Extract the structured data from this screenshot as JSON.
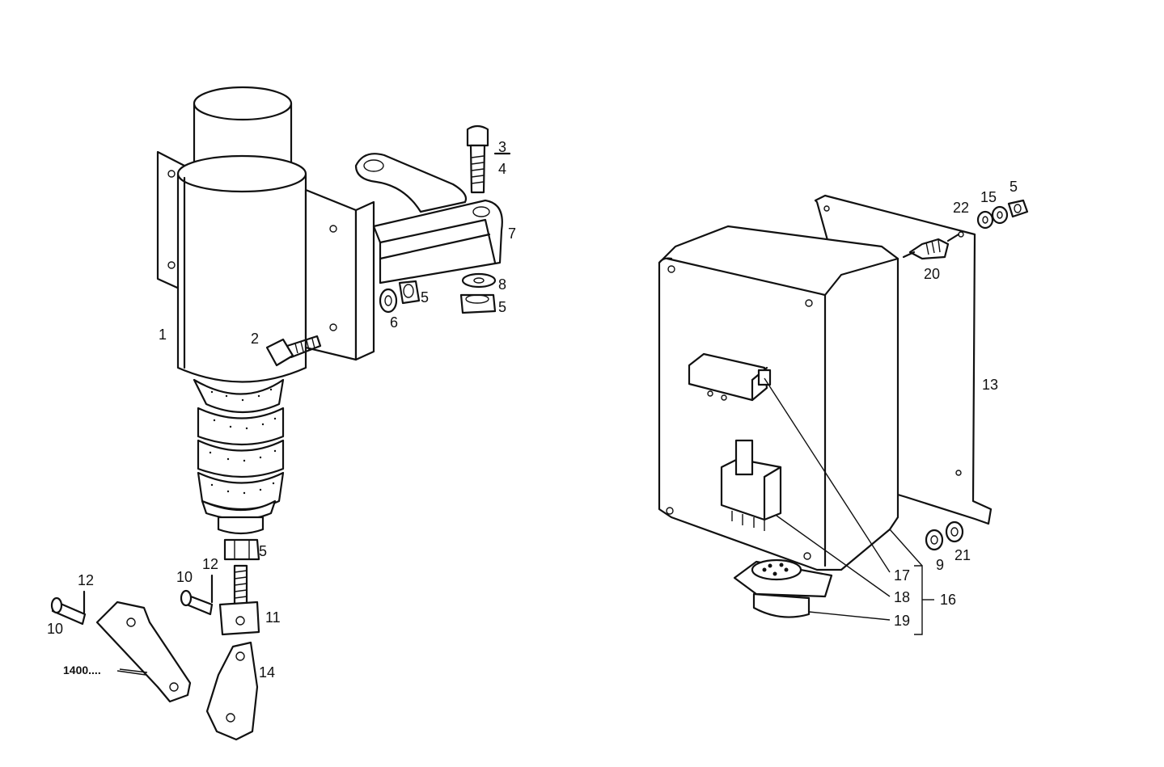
{
  "labels": {
    "l1": "1",
    "l2": "2",
    "l3": "3",
    "l4": "4",
    "l5a": "5",
    "l5b": "5",
    "l5c": "5",
    "l5d": "5",
    "l6": "6",
    "l7": "7",
    "l8": "8",
    "l9": "9",
    "l10a": "10",
    "l10b": "10",
    "l11": "11",
    "l12a": "12",
    "l12b": "12",
    "l13": "13",
    "l14": "14",
    "l15": "15",
    "l16": "16",
    "l17": "17",
    "l18": "18",
    "l19": "19",
    "l20": "20",
    "l21": "21",
    "l22": "22",
    "ref": "1400...."
  }
}
